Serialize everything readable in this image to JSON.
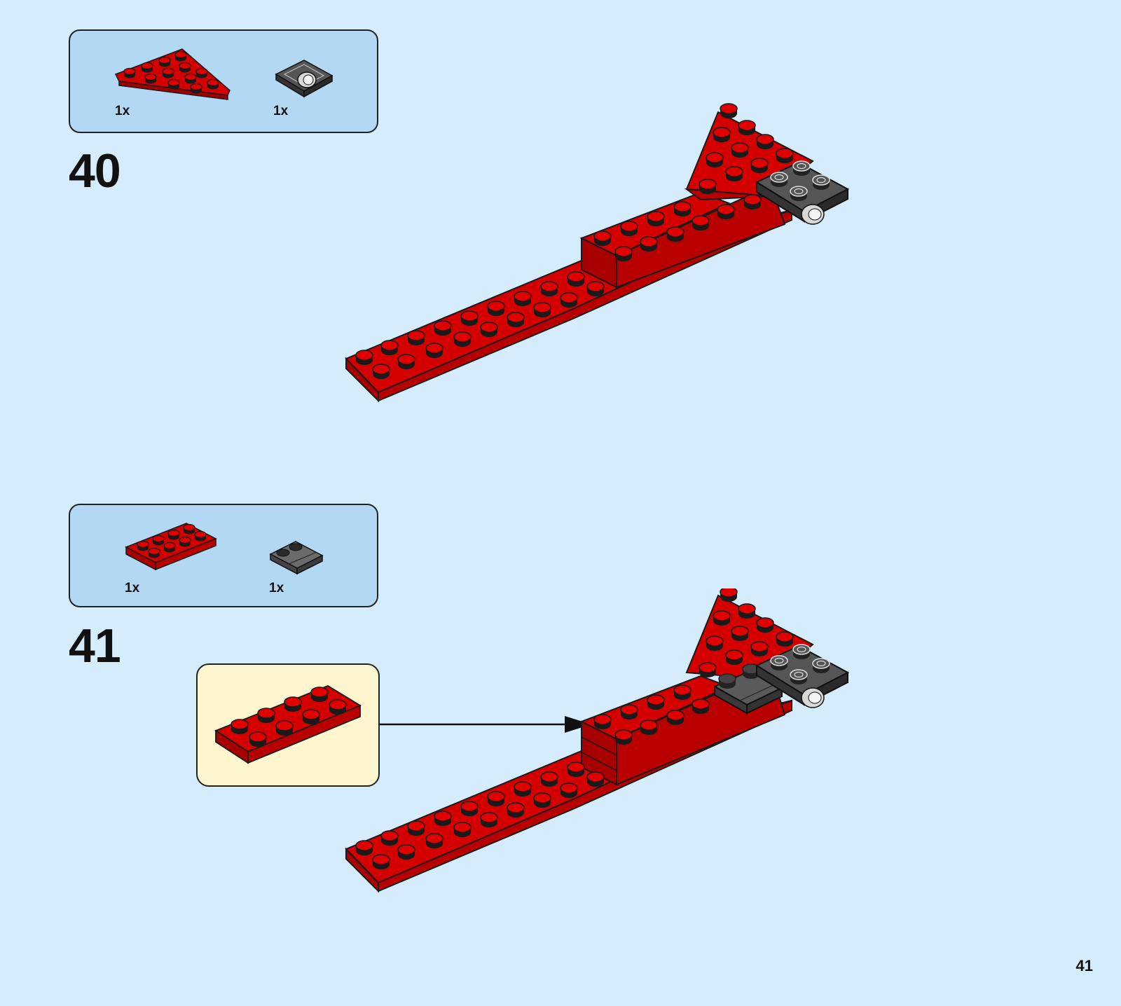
{
  "steps": [
    {
      "number": "40",
      "parts": [
        {
          "qty": "1x",
          "icon": "red-wedge-plate-icon",
          "color": "#d40000"
        },
        {
          "qty": "1x",
          "icon": "dark-gray-plate-with-pin-hole-icon",
          "color": "#555555"
        }
      ]
    },
    {
      "number": "41",
      "parts": [
        {
          "qty": "1x",
          "icon": "red-plate-2x4-icon",
          "color": "#d40000"
        },
        {
          "qty": "1x",
          "icon": "dark-gray-plate-with-rail-icon",
          "color": "#6b6b6b"
        }
      ]
    }
  ],
  "page_number": "41",
  "colors": {
    "background": "#d4ecfb",
    "parts_box": "#b3d8f3",
    "callout": "#fef6cf",
    "brick_red": "#d40000",
    "brick_gray": "#555555"
  }
}
